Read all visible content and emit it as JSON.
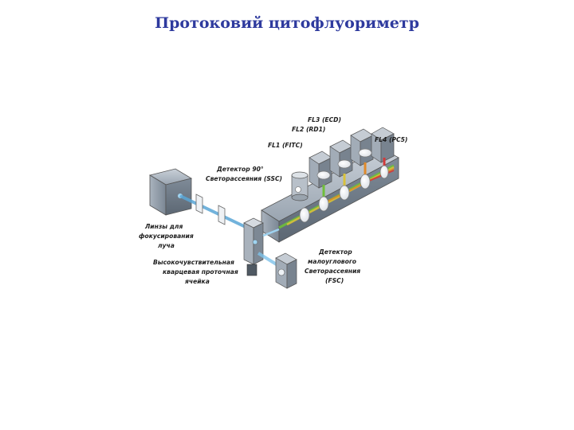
{
  "slide": {
    "title": "Протоковий цитофлуориметр"
  },
  "diagram": {
    "labels": {
      "fl3": "FL3 (ECD)",
      "fl2": "FL2 (RD1)",
      "fl1": "FL1 (FITC)",
      "fl4": "FL4 (PC5)",
      "ssc_1": "Детектор 90°",
      "ssc_2": "Светорассеяния (SSC)",
      "lens_1": "Линзы для",
      "lens_2": "фокусирования",
      "lens_3": "луча",
      "cell_1": "Высокочувствительная",
      "cell_2": "кварцевая проточная",
      "cell_3": "ячейка",
      "fsc_1": "Детектор",
      "fsc_2": "малоуглового",
      "fsc_3": "Светорассеяния",
      "fsc_4": "(FSC)"
    },
    "colors": {
      "title": "#2e3a9e",
      "housing": "#8f9aa6",
      "beam": "#5aa6d6",
      "fl1_beam": "#6fbf3a",
      "fl2_beam": "#d8c23a",
      "fl3_beam": "#e08a2a",
      "fl4_beam": "#d23a3a"
    }
  }
}
